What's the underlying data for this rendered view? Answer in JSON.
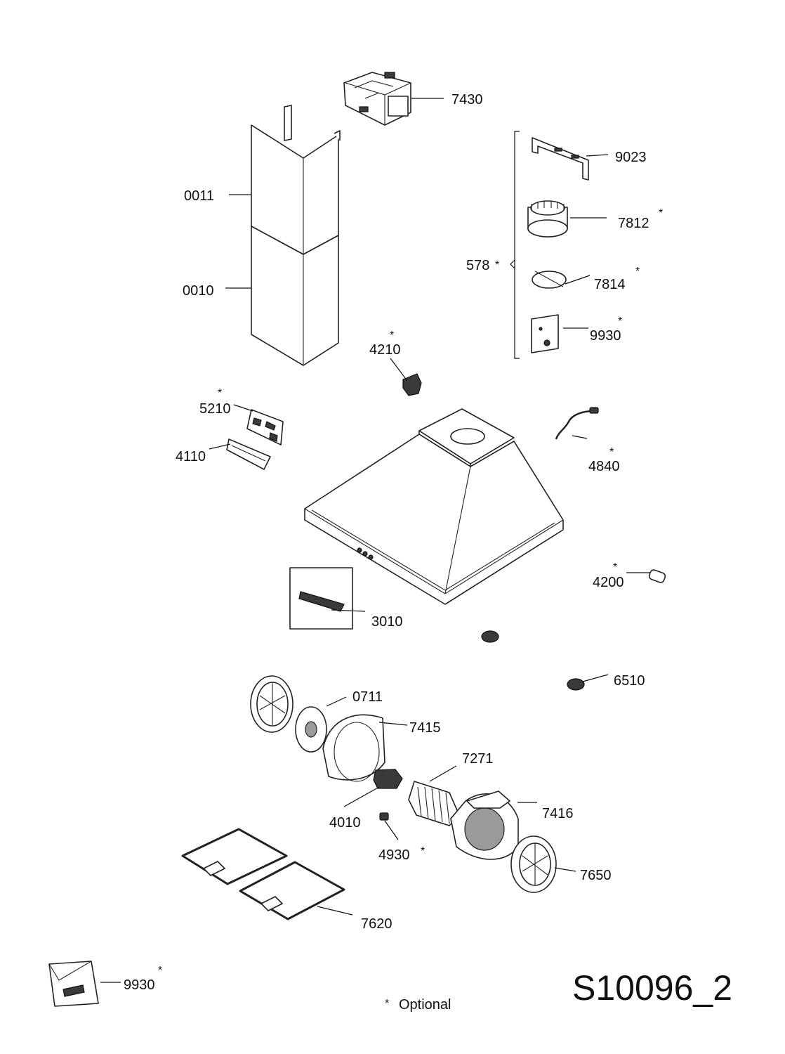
{
  "diagram_code": "S10096_2",
  "legend": {
    "marker": "*",
    "text": "Optional"
  },
  "kit": {
    "label": "578",
    "marker": "*"
  },
  "parts": [
    {
      "id": "7430",
      "label": "7430",
      "marker": ""
    },
    {
      "id": "9023",
      "label": "9023",
      "marker": ""
    },
    {
      "id": "0011",
      "label": "0011",
      "marker": ""
    },
    {
      "id": "7812",
      "label": "7812",
      "marker": "*"
    },
    {
      "id": "0010",
      "label": "0010",
      "marker": ""
    },
    {
      "id": "7814",
      "label": "7814",
      "marker": "*"
    },
    {
      "id": "9930a",
      "label": "9930",
      "marker": "*"
    },
    {
      "id": "4210",
      "label": "4210",
      "marker": "*"
    },
    {
      "id": "5210",
      "label": "5210",
      "marker": "*"
    },
    {
      "id": "4110",
      "label": "4110",
      "marker": ""
    },
    {
      "id": "4840",
      "label": "4840",
      "marker": "*"
    },
    {
      "id": "4200",
      "label": "4200",
      "marker": "*"
    },
    {
      "id": "3010",
      "label": "3010",
      "marker": ""
    },
    {
      "id": "6510",
      "label": "6510",
      "marker": ""
    },
    {
      "id": "0711",
      "label": "0711",
      "marker": ""
    },
    {
      "id": "7415",
      "label": "7415",
      "marker": ""
    },
    {
      "id": "7271",
      "label": "7271",
      "marker": ""
    },
    {
      "id": "7416",
      "label": "7416",
      "marker": ""
    },
    {
      "id": "4010",
      "label": "4010",
      "marker": ""
    },
    {
      "id": "4930",
      "label": "4930",
      "marker": "*"
    },
    {
      "id": "7650",
      "label": "7650",
      "marker": ""
    },
    {
      "id": "7620",
      "label": "7620",
      "marker": ""
    },
    {
      "id": "9930b",
      "label": "9930",
      "marker": "*"
    }
  ]
}
